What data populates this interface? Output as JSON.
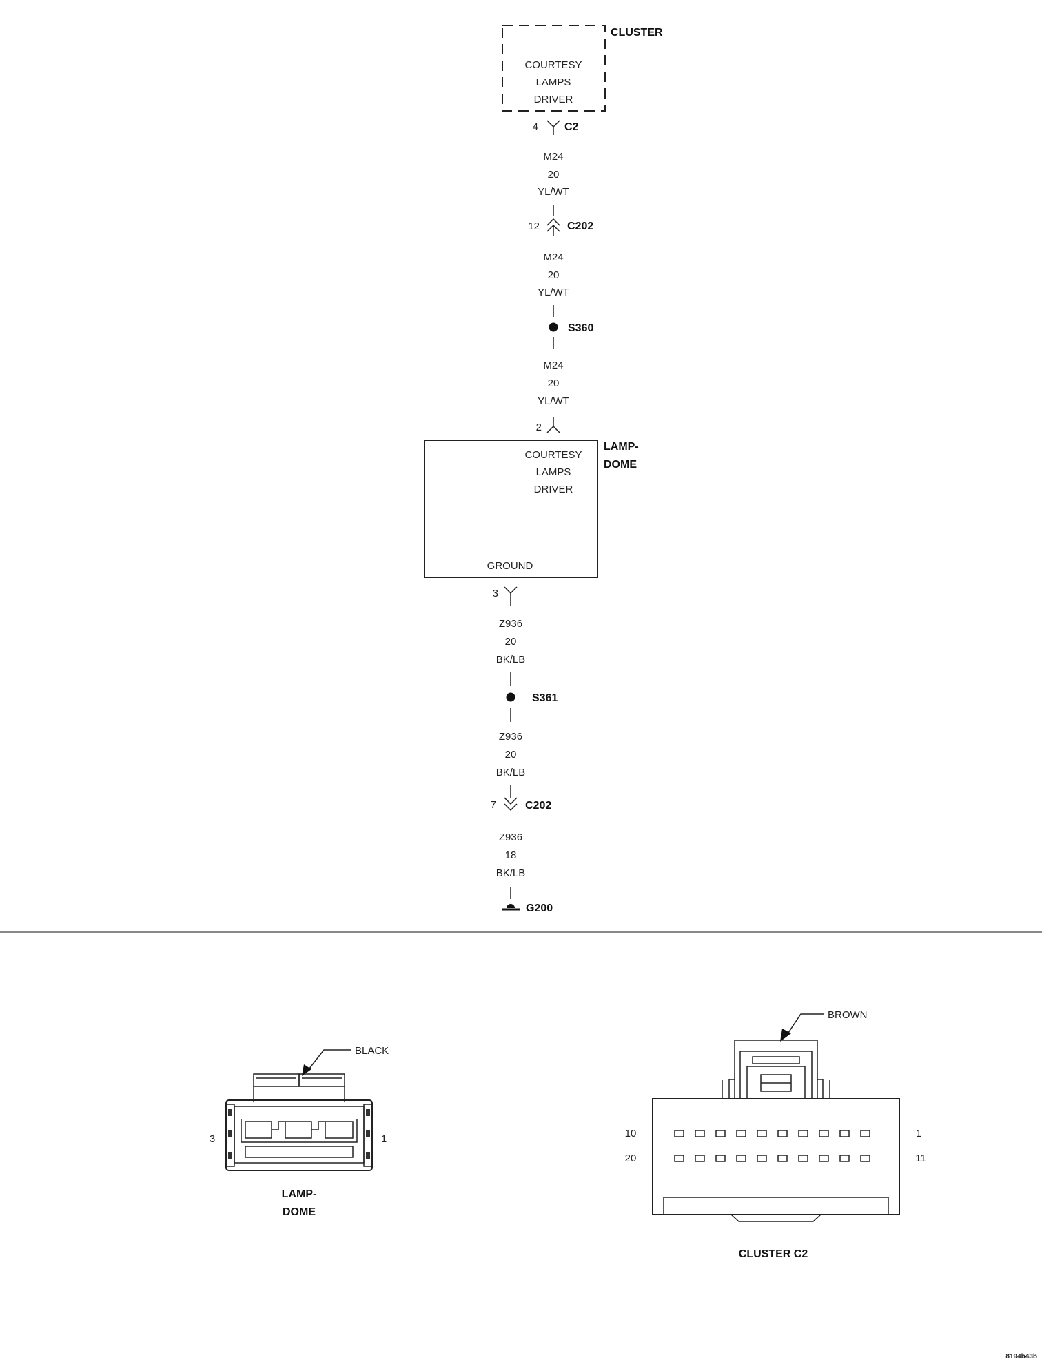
{
  "cluster": {
    "name": "CLUSTER",
    "box_lines": [
      "COURTESY",
      "LAMPS",
      "DRIVER"
    ],
    "pin": "4",
    "connector": "C2"
  },
  "wires": [
    {
      "circuit": "M24",
      "gauge": "20",
      "color": "YL/WT"
    },
    {
      "circuit": "M24",
      "gauge": "20",
      "color": "YL/WT"
    },
    {
      "circuit": "M24",
      "gauge": "20",
      "color": "YL/WT"
    },
    {
      "circuit": "Z936",
      "gauge": "20",
      "color": "BK/LB"
    },
    {
      "circuit": "Z936",
      "gauge": "20",
      "color": "BK/LB"
    },
    {
      "circuit": "Z936",
      "gauge": "18",
      "color": "BK/LB"
    }
  ],
  "inline_connectors": [
    {
      "pin": "12",
      "name": "C202"
    },
    {
      "pin": "7",
      "name": "C202"
    }
  ],
  "splices": [
    {
      "name": "S360"
    },
    {
      "name": "S361"
    }
  ],
  "lamp": {
    "name_line1": "LAMP-",
    "name_line2": "DOME",
    "box_lines": [
      "COURTESY",
      "LAMPS",
      "DRIVER"
    ],
    "ground_label": "GROUND",
    "pin_top": "2",
    "pin_bottom": "3"
  },
  "ground": {
    "name": "G200"
  },
  "connector_views": {
    "lamp_dome": {
      "color": "BLACK",
      "pin_left": "3",
      "pin_right": "1",
      "label_line1": "LAMP-",
      "label_line2": "DOME"
    },
    "cluster_c2": {
      "color": "BROWN",
      "pin_top_left": "10",
      "pin_top_right": "1",
      "pin_bottom_left": "20",
      "pin_bottom_right": "11",
      "label": "CLUSTER C2"
    }
  },
  "figure_id": "8194b43b"
}
